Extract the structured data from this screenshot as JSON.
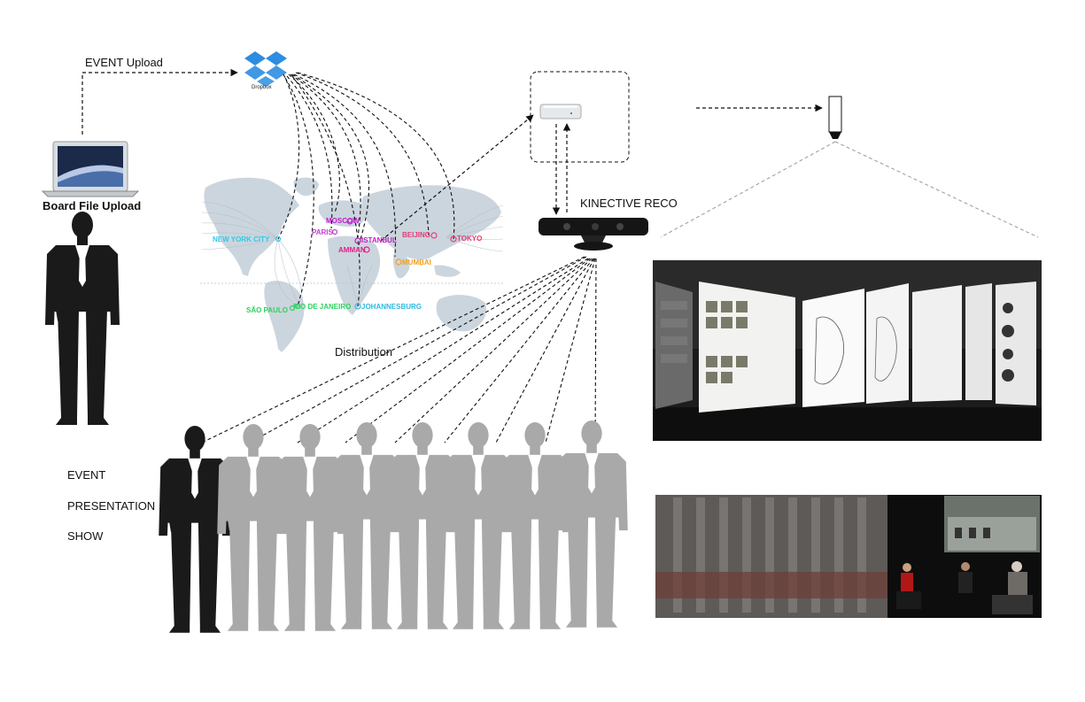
{
  "labels": {
    "event_upload": "EVENT Upload",
    "dropbox": "Dropbox",
    "board_file_upload": "Board File Upload",
    "kinect": "KINECTIVE RECO",
    "distribution": "Distribution",
    "event": "EVENT",
    "presentation": "PRESENTATION",
    "show": "SHOW"
  },
  "cities": [
    {
      "name": "NEW YORK CITY",
      "color": "#30c8e8"
    },
    {
      "name": "PARIS",
      "color": "#c040d0"
    },
    {
      "name": "MOSCOW",
      "color": "#c020d0"
    },
    {
      "name": "ISTANBUL",
      "color": "#c020c0"
    },
    {
      "name": "AMMAN",
      "color": "#e0208a"
    },
    {
      "name": "BEIJING",
      "color": "#e83a78"
    },
    {
      "name": "TOKYO",
      "color": "#e83a78"
    },
    {
      "name": "MUMBAI",
      "color": "#f0a020"
    },
    {
      "name": "SÃO PAULO",
      "color": "#30d060"
    },
    {
      "name": "RIO DE JANEIRO",
      "color": "#30d060"
    },
    {
      "name": "JOHANNESBURG",
      "color": "#30b8e0"
    }
  ],
  "colors": {
    "line": "#111111",
    "presenter": "#1a1a1a",
    "audience": "#a9a9a9",
    "map": "#c9d3dc"
  },
  "icons": [
    "laptop-icon",
    "dropbox-icon",
    "mac-mini-icon",
    "kinect-icon",
    "projector-icon",
    "person-silhouette-icon"
  ]
}
